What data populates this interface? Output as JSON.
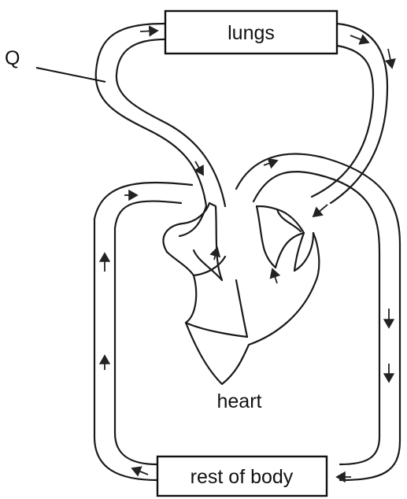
{
  "labels": {
    "lungs": "lungs",
    "q": "Q",
    "heart": "heart",
    "body": "rest of body"
  }
}
